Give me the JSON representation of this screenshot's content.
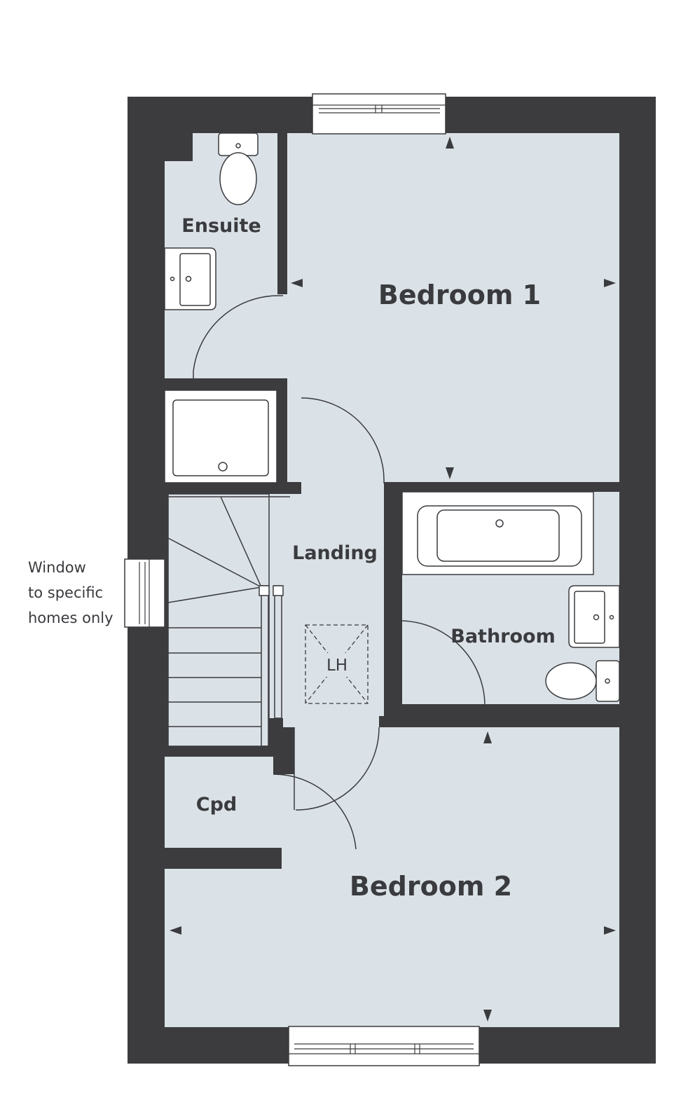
{
  "rooms": {
    "ensuite": "Ensuite",
    "bedroom_1": "Bedroom 1",
    "landing": "Landing",
    "bathroom": "Bathroom",
    "cupboard": "Cpd",
    "bedroom_2": "Bedroom 2"
  },
  "loft_hatch": "LH",
  "window_note": {
    "line1": "Window",
    "line2": "to specific",
    "line3": "homes only"
  },
  "colors": {
    "wall": "#3c3c3e",
    "floor": "#dbe2e7",
    "line": "#3a3b3f",
    "background": "#ffffff"
  }
}
